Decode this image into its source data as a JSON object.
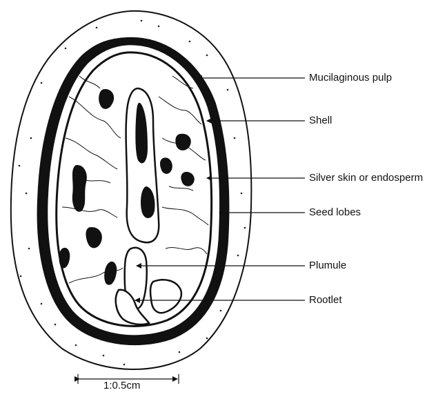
{
  "diagram": {
    "labels": [
      {
        "id": "mucilaginous-pulp",
        "text": "Mucilaginous pulp"
      },
      {
        "id": "shell",
        "text": "Shell"
      },
      {
        "id": "silver-skin",
        "text": "Silver skin or endosperm"
      },
      {
        "id": "seed-lobes",
        "text": "Seed lobes"
      },
      {
        "id": "plumule",
        "text": "Plumule"
      },
      {
        "id": "rootlet",
        "text": "Rootlet"
      }
    ],
    "scale": {
      "text": "1:0.5cm"
    }
  }
}
